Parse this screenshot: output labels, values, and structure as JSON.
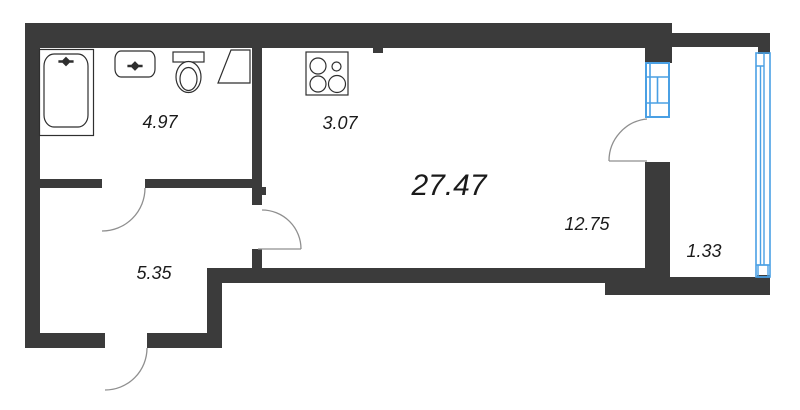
{
  "title": "apartment-floor-plan",
  "colors": {
    "wall": "#3b3b3b",
    "window_blue": "#4aa0e4",
    "door_arc": "#8f8f8f",
    "fixture_line": "#2f2f2f",
    "label": "#1a1a1a",
    "background": "#ffffff"
  },
  "rooms": [
    {
      "name": "bathroom",
      "area": "4.97"
    },
    {
      "name": "kitchen-area",
      "area": "3.07"
    },
    {
      "name": "apartment-total",
      "area": "27.47"
    },
    {
      "name": "living-area",
      "area": "12.75"
    },
    {
      "name": "hallway",
      "area": "5.35"
    },
    {
      "name": "loggia",
      "area": "1.33"
    }
  ],
  "fixtures": [
    "bathtub",
    "sink",
    "toilet",
    "water-heater",
    "stove",
    "balcony-door",
    "loggia-window"
  ]
}
